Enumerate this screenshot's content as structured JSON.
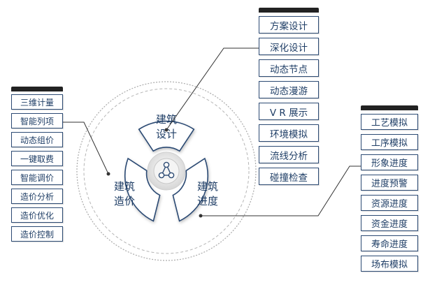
{
  "wheel": {
    "segments": [
      {
        "id": "design",
        "line1": "建筑",
        "line2": "设计"
      },
      {
        "id": "cost",
        "line1": "建筑",
        "line2": "造价"
      },
      {
        "id": "progress",
        "line1": "建筑",
        "line2": "进度"
      }
    ],
    "hub_icon": "share-nodes-icon"
  },
  "lists": {
    "cost_items": [
      "三维计量",
      "智能列项",
      "动态组价",
      "一键取费",
      "智能调价",
      "造价分析",
      "造价优化",
      "造价控制"
    ],
    "design_items": [
      "方案设计",
      "深化设计",
      "动态节点",
      "动态漫游",
      "V R 展示",
      "环境模拟",
      "流线分析",
      "碰撞检查"
    ],
    "progress_items": [
      "工艺模拟",
      "工序模拟",
      "形象进度",
      "进度预警",
      "资源进度",
      "资金进度",
      "寿命进度",
      "场布模拟"
    ]
  },
  "colors": {
    "segment_fill": "#ffffff",
    "segment_stroke": "#2c4a73",
    "text": "#1f3e66",
    "header_bar": "#222222",
    "ring": "#999999",
    "hub_fill": "#e6e6e6"
  }
}
